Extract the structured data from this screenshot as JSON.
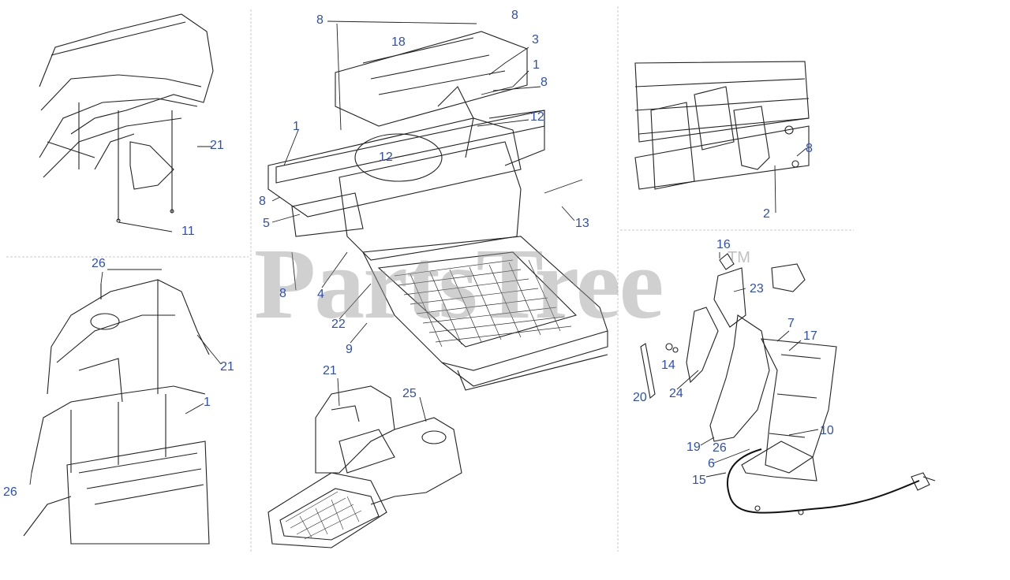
{
  "watermark": {
    "text": "PartsTree",
    "tm": "TM"
  },
  "callouts": [
    "8",
    "8",
    "18",
    "3",
    "1",
    "8",
    "12",
    "1",
    "12",
    "8",
    "5",
    "13",
    "8",
    "4",
    "22",
    "9",
    "21",
    "11",
    "26",
    "21",
    "1",
    "26",
    "21",
    "25",
    "8",
    "2",
    "16",
    "23",
    "7",
    "17",
    "14",
    "20",
    "24",
    "10",
    "19",
    "26",
    "6",
    "15"
  ],
  "colors": {
    "callout": "#2f4fb8",
    "linework": "#222222",
    "watermark": "#969696"
  }
}
